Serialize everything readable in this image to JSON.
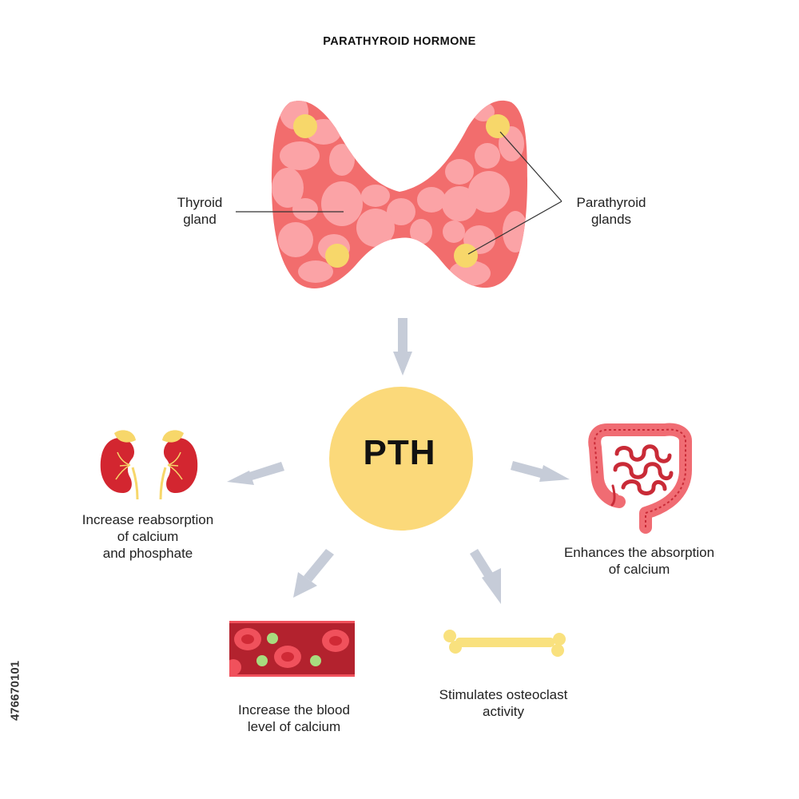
{
  "title": "PARATHYROID HORMONE",
  "labels": {
    "thyroid": [
      "Thyroid",
      "gland"
    ],
    "parathyroid": [
      "Parathyroid",
      "glands"
    ],
    "pth": "PTH",
    "kidney": [
      "Increase reabsorption",
      "of calcium",
      "and phosphate"
    ],
    "intestine": [
      "Enhances the absorption",
      "of calcium"
    ],
    "blood": [
      "Increase the blood",
      "level of calcium"
    ],
    "bone": [
      "Stimulates osteoclast",
      "activity"
    ]
  },
  "stock_id": "476670101",
  "colors": {
    "thyroid_base": "#f26d6d",
    "thyroid_lobule": "#fba3a6",
    "gland": "#f7d76a",
    "pth_circle": "#fbd97a",
    "arrow": "#c6ccd8",
    "blood_vessel": "#b3222e",
    "blood_cell": "#f0515c",
    "platelet": "#a8dc7e",
    "bone": "#f9e17e"
  }
}
